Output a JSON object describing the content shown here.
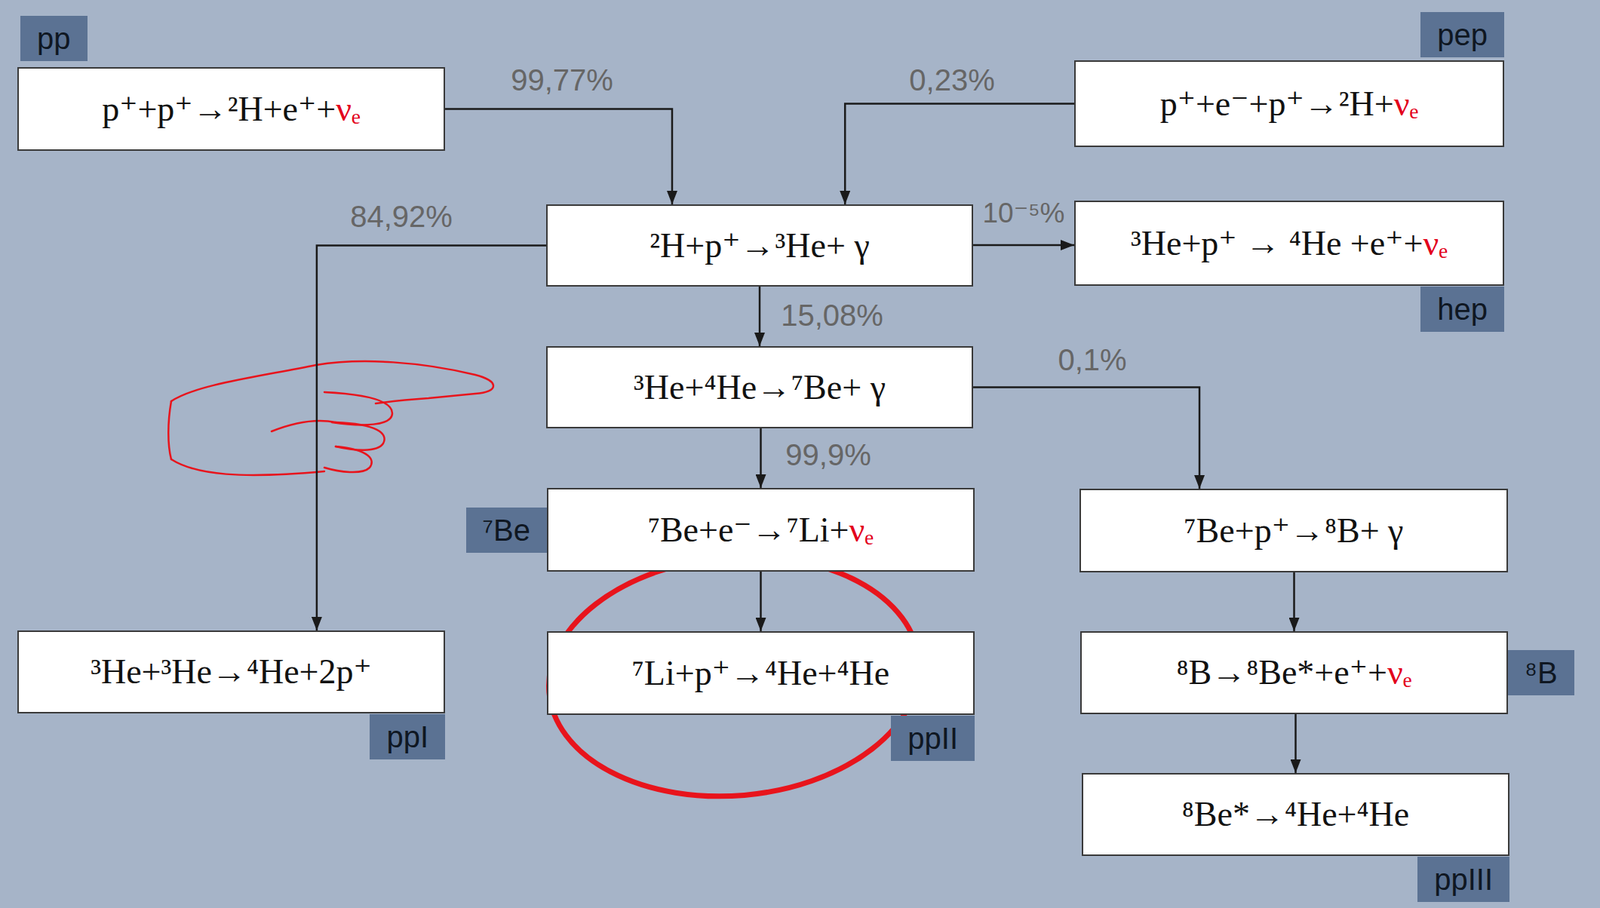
{
  "diagram": {
    "nodes": [
      {
        "text": [
          "p⁺+p⁺→²H+e⁺+νₑ",
          "pp"
        ]
      },
      {
        "text": [
          "p⁺+e⁻+p⁺→²H+νₑ",
          "pep"
        ]
      },
      {
        "text": [
          "²H+p⁺→³He+ γ"
        ]
      },
      {
        "text": [
          "³He+p⁺ → ⁴He +e⁺+νₑ",
          "hep"
        ]
      },
      {
        "text": [
          "³He+⁴He→⁷Be+ γ"
        ]
      },
      {
        "text": [
          "⁷Be+e⁻→⁷Li+νₑ",
          "⁷Be"
        ]
      },
      {
        "text": [
          "⁷Be+p⁺→⁸B+ γ"
        ]
      },
      {
        "text": [
          "³He+³He→⁴He+2p⁺",
          "ppI"
        ]
      },
      {
        "text": [
          "⁷Li+p⁺→⁴He+⁴He",
          "ppII"
        ]
      },
      {
        "text": [
          "⁸B→⁸Be*+e⁺+νₑ",
          "⁸B"
        ]
      },
      {
        "text": [
          "⁸Be*→⁴He+⁴He",
          "ppIII"
        ]
      }
    ],
    "edges": [
      {
        "from": 0,
        "to": 2,
        "arrow": "to",
        "label": "99,77%"
      },
      {
        "from": 1,
        "to": 2,
        "arrow": "to",
        "label": "0,23%"
      },
      {
        "from": 2,
        "to": 7,
        "arrow": "to",
        "label": "84,92%"
      },
      {
        "from": 2,
        "to": 3,
        "arrow": "to",
        "label": "10⁻⁵%"
      },
      {
        "from": 2,
        "to": 4,
        "arrow": "to",
        "label": "15,08%"
      },
      {
        "from": 4,
        "to": 6,
        "arrow": "to",
        "label": "0,1%"
      },
      {
        "from": 4,
        "to": 5,
        "arrow": "to",
        "label": "99,9%"
      },
      {
        "from": 5,
        "to": 8,
        "arrow": "to"
      },
      {
        "from": 6,
        "to": 9,
        "arrow": "to"
      },
      {
        "from": 9,
        "to": 10,
        "arrow": "to"
      }
    ]
  }
}
